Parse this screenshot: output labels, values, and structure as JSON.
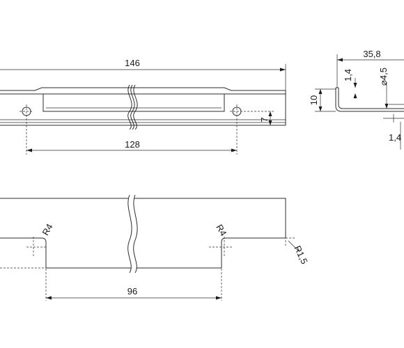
{
  "dimensions": {
    "overall_length": "146",
    "hole_spacing": "128",
    "hole_offset": "7",
    "profile_width": "35,8",
    "height": "10",
    "thickness": "1,4",
    "hole_diameter": "⌀4,5",
    "thickness_bottom": "1,4",
    "cutout_spacing": "96",
    "radius_left": "R4",
    "radius_right": "R4",
    "corner_radius": "R1,5"
  }
}
